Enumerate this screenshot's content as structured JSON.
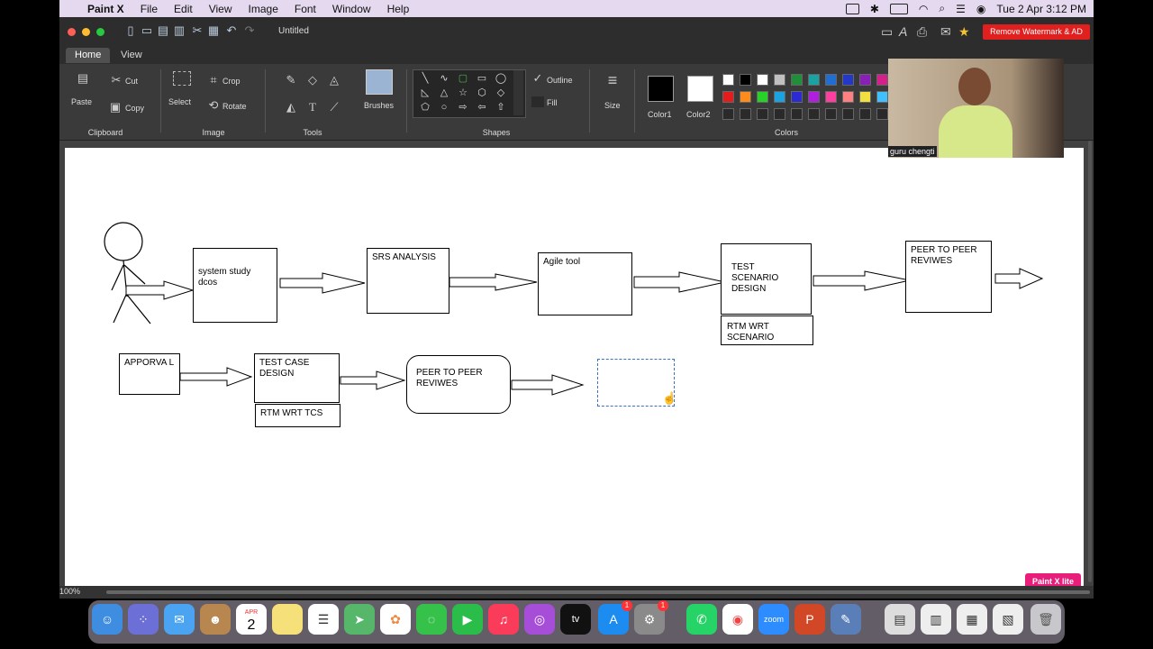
{
  "menubar": {
    "app_name": "Paint X",
    "items": [
      "File",
      "Edit",
      "View",
      "Image",
      "Font",
      "Window",
      "Help"
    ],
    "clock": "Tue 2 Apr  3:12 PM"
  },
  "window": {
    "doc_title": "Untitled",
    "remove_watermark": "Remove Watermark & AD"
  },
  "tabs": [
    "Home",
    "View"
  ],
  "ribbon": {
    "paste": "Paste",
    "cut": "Cut",
    "copy": "Copy",
    "select": "Select",
    "crop": "Crop",
    "rotate": "Rotate",
    "brushes": "Brushes",
    "outline": "Outline",
    "fill": "Fill",
    "size": "Size",
    "color1": "Color1",
    "color2": "Color2",
    "groups": {
      "clipboard": "Clipboard",
      "image": "Image",
      "tools": "Tools",
      "shapes": "Shapes",
      "colors": "Colors"
    },
    "palette_row1": [
      "#ffffff",
      "#000000",
      "#ffffff",
      "#c0c0c0",
      "#1f8f3a",
      "#1aa3a3",
      "#1e6fd1",
      "#2438c8",
      "#8a1fb8",
      "#d61f8a"
    ],
    "palette_row2": [
      "#e51c1c",
      "#ff8c1a",
      "#27d127",
      "#1aa3e0",
      "#2b2bd6",
      "#b01fe0",
      "#ff3fa0",
      "#ff8080",
      "#f0e040",
      "#40c0ff"
    ]
  },
  "canvas": {
    "boxes": {
      "system_study": "system study dcos",
      "srs": "SRS ANALYSIS",
      "agile": "Agile tool",
      "test_scenario": "TEST SCENARIO DESIGN",
      "peer_top": "PEER TO PEER REVIWES",
      "rtm_scenario": "RTM WRT SCENARIO",
      "approval": "APPORVA L",
      "test_case": "TEST CASE DESIGN",
      "rtm_tcs": "RTM WRT TCS",
      "peer_bottom": "PEER TO PEER REVIWES"
    },
    "watermark": "Paint X lite"
  },
  "status": {
    "zoom": "100%"
  },
  "webcam": {
    "name": "guru chengti"
  },
  "dock": {
    "calendar_month": "APR",
    "calendar_day": "2",
    "appstore_badge": "1",
    "settings_badge": "1",
    "zoom_label": "zoom"
  }
}
